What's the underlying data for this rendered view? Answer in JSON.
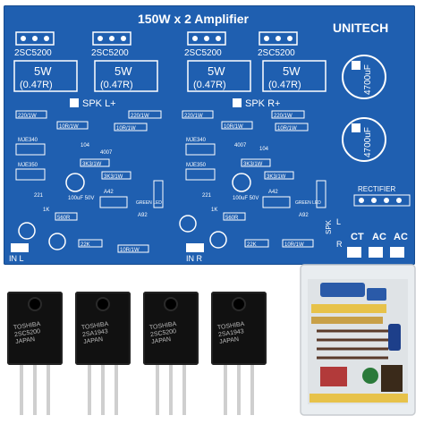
{
  "board": {
    "title": "150W x 2 Amplifier",
    "brand": "UNITECH",
    "transistor_labels": [
      "2SC5200",
      "2SC5200",
      "2SC5200",
      "2SC5200"
    ],
    "resistor_power": [
      "5W",
      "5W",
      "5W",
      "5W"
    ],
    "resistor_value": [
      "(0.47R)",
      "(0.47R)",
      "(0.47R)",
      "(0.47R)"
    ],
    "capacitor": "4700uF",
    "spk_left": "SPK L+",
    "spk_right": "SPK R+",
    "in_left": "IN L",
    "in_right": "IN R",
    "rectifier": "RECTIFIER",
    "ct": "CT",
    "ac1": "AC",
    "ac2": "AC",
    "spk_label": "SPK",
    "spk_l": "L",
    "spk_r": "R",
    "small_left": [
      "220/1W",
      "10R/1W",
      "MJE340",
      "MJE350",
      "3K3/1W",
      "A42",
      "GREEN LED",
      "A92",
      "560R",
      "22K",
      "10R/1W",
      "104",
      "100uF 50V",
      "221",
      "1K",
      "4007"
    ],
    "small_right": [
      "220/1W",
      "10R/1W",
      "MJE340",
      "MJE350",
      "3K3/1W",
      "A42",
      "GREEN LED",
      "A92",
      "560R",
      "22K",
      "10R/1W",
      "104",
      "100uF 50V",
      "221",
      "1K",
      "4007"
    ]
  },
  "transistors": [
    {
      "lines": [
        "TOSHIBA",
        "2SC5200",
        "JAPAN"
      ]
    },
    {
      "lines": [
        "TOSHIBA",
        "2SA1943",
        "JAPAN"
      ]
    },
    {
      "lines": [
        "TOSHIBA",
        "2SC5200",
        "JAPAN"
      ]
    },
    {
      "lines": [
        "TOSHIBA",
        "2SA1943",
        "JAPAN"
      ]
    }
  ],
  "colors": {
    "pcb": "#1f5fb0",
    "silk": "#ffffff",
    "transistor": "#111111"
  }
}
